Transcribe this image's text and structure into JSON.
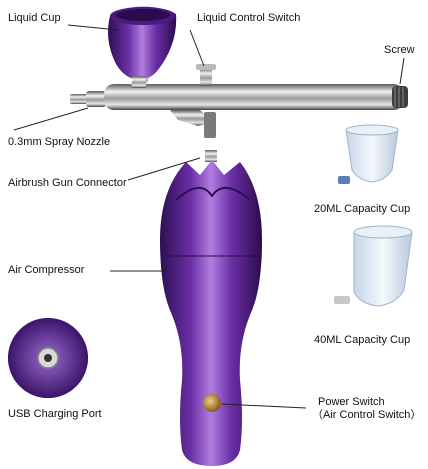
{
  "labels": {
    "liquid_cup": "Liquid Cup",
    "liquid_control_switch": "Liquid Control Switch",
    "screw": "Screw",
    "spray_nozzle": "0.3mm Spray Nozzle",
    "gun_connector": "Airbrush Gun Connector",
    "cup_20ml": "20ML Capacity Cup",
    "air_compressor": "Air Compressor",
    "cup_40ml": "40ML Capacity Cup",
    "usb_port": "USB Charging Port",
    "power_switch_line1": "Power Switch",
    "power_switch_line2": "（Air Control Switch）"
  },
  "colors": {
    "purple_dark": "#3a1466",
    "purple_mid": "#6a2fa6",
    "purple_light": "#a56fd6",
    "chrome_dark": "#4a4a4a",
    "chrome_light": "#eeeeee",
    "cup_tint": "#dde8f5",
    "brass": "#c9953a"
  }
}
